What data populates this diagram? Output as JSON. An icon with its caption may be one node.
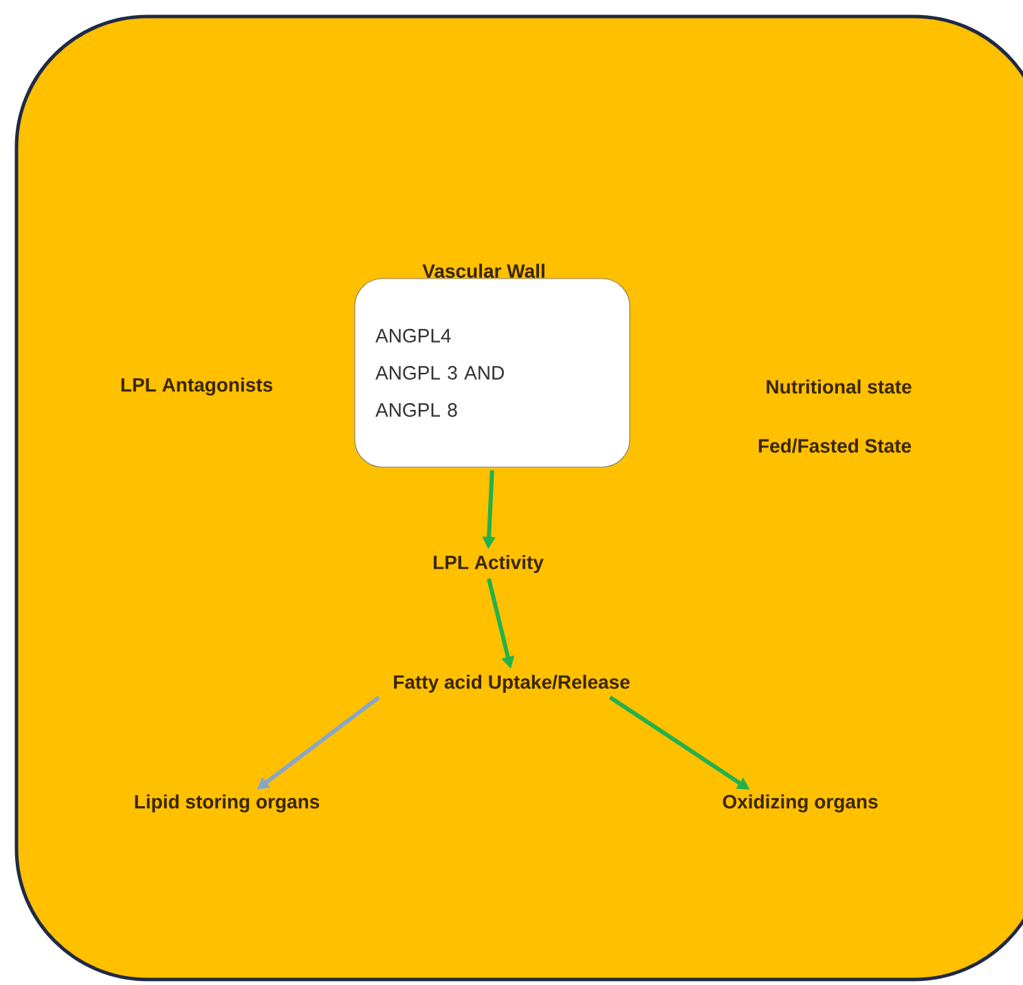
{
  "diagram": {
    "nodes": [
      {
        "text": [
          "Vascular Wall",
          "ANGPL4",
          "ANGPL 3 AND",
          "ANGPL 8"
        ]
      },
      {
        "text": [
          "LPL Activity"
        ]
      },
      {
        "text": [
          "Fatty acid Uptake/Release"
        ]
      },
      {
        "text": [
          "Lipid storing organs"
        ]
      },
      {
        "text": [
          "Oxidizing organs"
        ]
      }
    ],
    "edges": [
      {
        "from": 0,
        "to": 1,
        "arrow": "to"
      },
      {
        "from": 1,
        "to": 2,
        "arrow": "to"
      },
      {
        "from": 2,
        "to": 3,
        "arrow": "to",
        "color": "#8aa6c6"
      },
      {
        "from": 2,
        "to": 4,
        "arrow": "to"
      }
    ],
    "labels": [
      "LPL Antagonists",
      "Nutritional state",
      "Fed/Fasted State"
    ]
  }
}
